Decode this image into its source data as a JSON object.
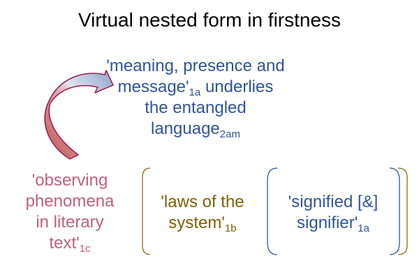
{
  "title": "Virtual nested form in firstness",
  "top_text": {
    "lines": [
      "'meaning, presence and",
      "message'",
      "underlies",
      "the entangled",
      "language"
    ],
    "sub_1": "1a",
    "sub_2": "2am"
  },
  "left_text": {
    "lines": [
      "'observing",
      "phenomena",
      "in literary",
      "text'"
    ],
    "sub": "1c"
  },
  "middle_text": {
    "lines": [
      "'laws of the",
      "system'"
    ],
    "sub": "1b"
  },
  "inner_text": {
    "lines": [
      "'signified [&]",
      "signifier'"
    ],
    "sub": "1a"
  },
  "colors": {
    "blue": "#2f5597",
    "pink": "#c0607f",
    "gold": "#7f6000",
    "arrow_outline": "#9b1b4f"
  }
}
